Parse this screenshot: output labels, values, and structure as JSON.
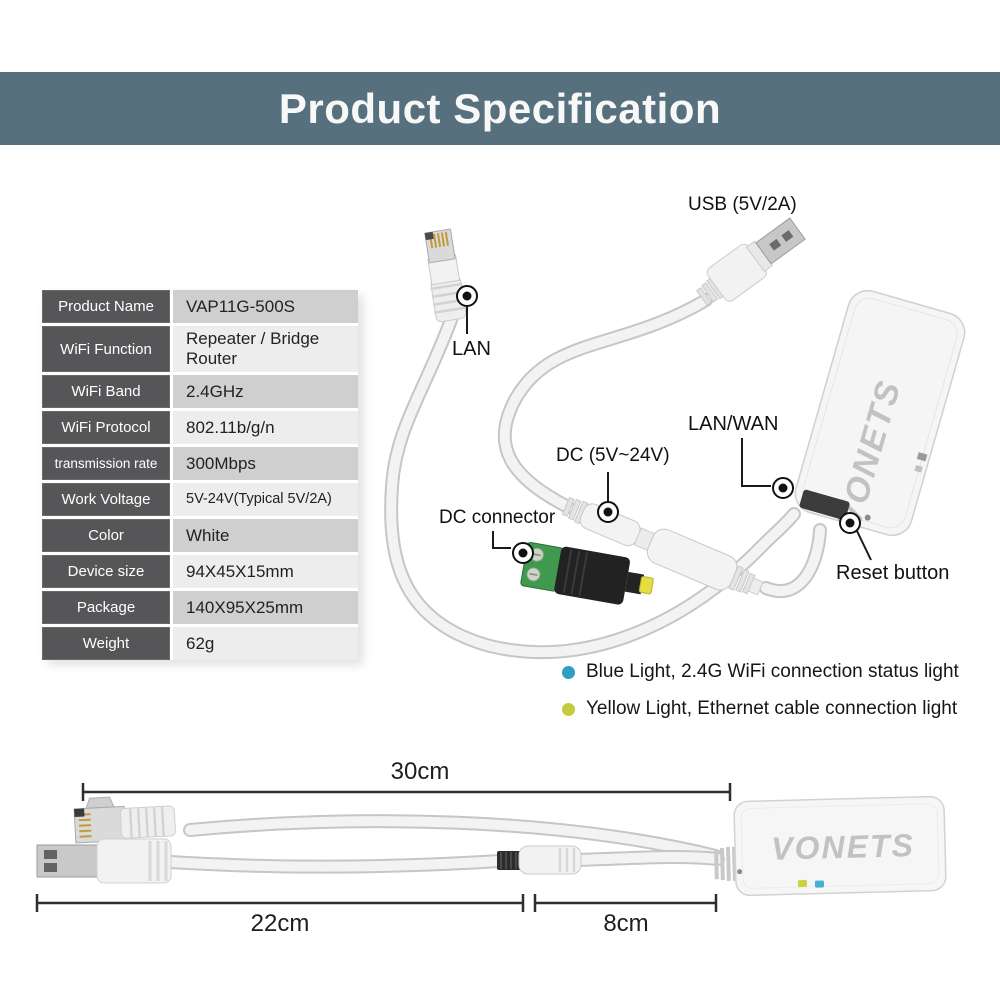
{
  "header": {
    "title": "Product Specification",
    "bg_color": "#56707e"
  },
  "spec_table": {
    "rows": [
      {
        "label": "Product Name",
        "value": "VAP11G-500S"
      },
      {
        "label": "WiFi Function",
        "value": "Repeater / Bridge Router"
      },
      {
        "label": "WiFi Band",
        "value": "2.4GHz"
      },
      {
        "label": "WiFi Protocol",
        "value": "802.11b/g/n"
      },
      {
        "label": "transmission rate",
        "value": "300Mbps"
      },
      {
        "label": "Work Voltage",
        "value": "5V-24V(Typical 5V/2A)"
      },
      {
        "label": "Color",
        "value": "White"
      },
      {
        "label": "Device size",
        "value": "94X45X15mm"
      },
      {
        "label": "Package",
        "value": "140X95X25mm"
      },
      {
        "label": "Weight",
        "value": "62g"
      }
    ]
  },
  "photo_labels": {
    "usb": "USB (5V/2A)",
    "lan": "LAN",
    "lan_wan": "LAN/WAN",
    "dc": "DC (5V~24V)",
    "dc_connector": "DC connector",
    "reset_button": "Reset button"
  },
  "indicator_legend": {
    "items": [
      {
        "name": "blue-light",
        "color": "#2e9fbe",
        "text": "Blue Light, 2.4G WiFi connection status light"
      },
      {
        "name": "yellow-light",
        "color": "#c5cc3b",
        "text": "Yellow Light, Ethernet cable connection light"
      }
    ]
  },
  "dimensions": {
    "total_length": "30cm",
    "left_cable": "22cm",
    "right_cable": "8cm"
  },
  "brand": "VONETS"
}
